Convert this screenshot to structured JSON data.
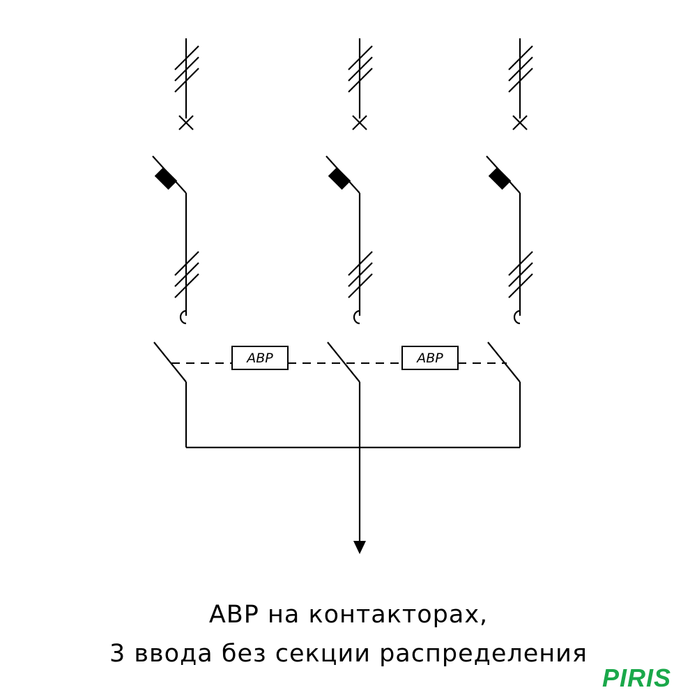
{
  "diagram": {
    "avr_labels": [
      "АВР",
      "АВР"
    ],
    "input_count": 3
  },
  "caption": {
    "line1": "АВР на контакторах,",
    "line2": "3 ввода без секции распределения"
  },
  "logo": {
    "text": "PIRIS",
    "color": "#1aa84a"
  }
}
